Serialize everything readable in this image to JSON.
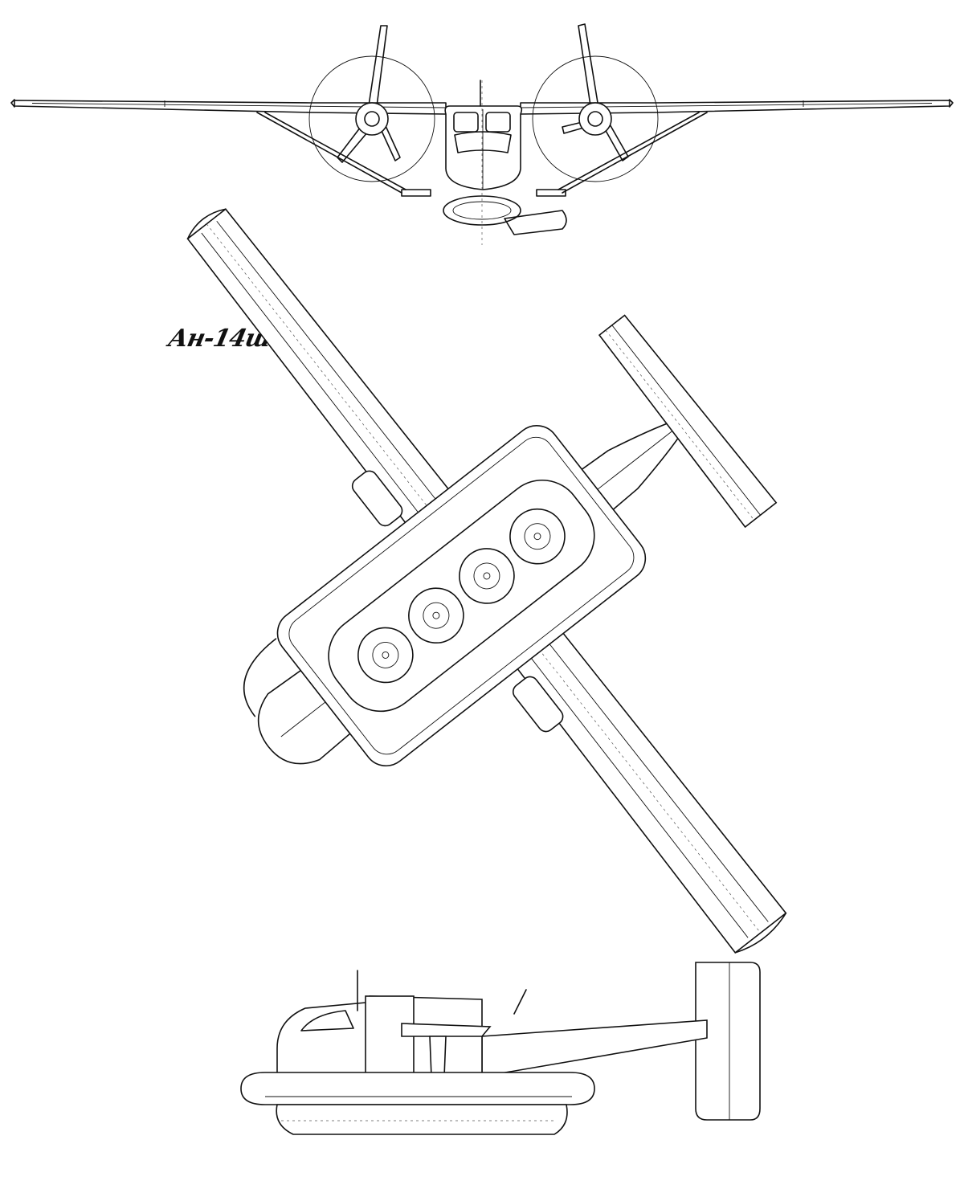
{
  "drawing": {
    "title": "Ан-14ш",
    "views": [
      {
        "name": "front-view"
      },
      {
        "name": "bottom-view"
      },
      {
        "name": "side-view"
      }
    ],
    "line_color": "#111111",
    "background": "#ffffff"
  }
}
